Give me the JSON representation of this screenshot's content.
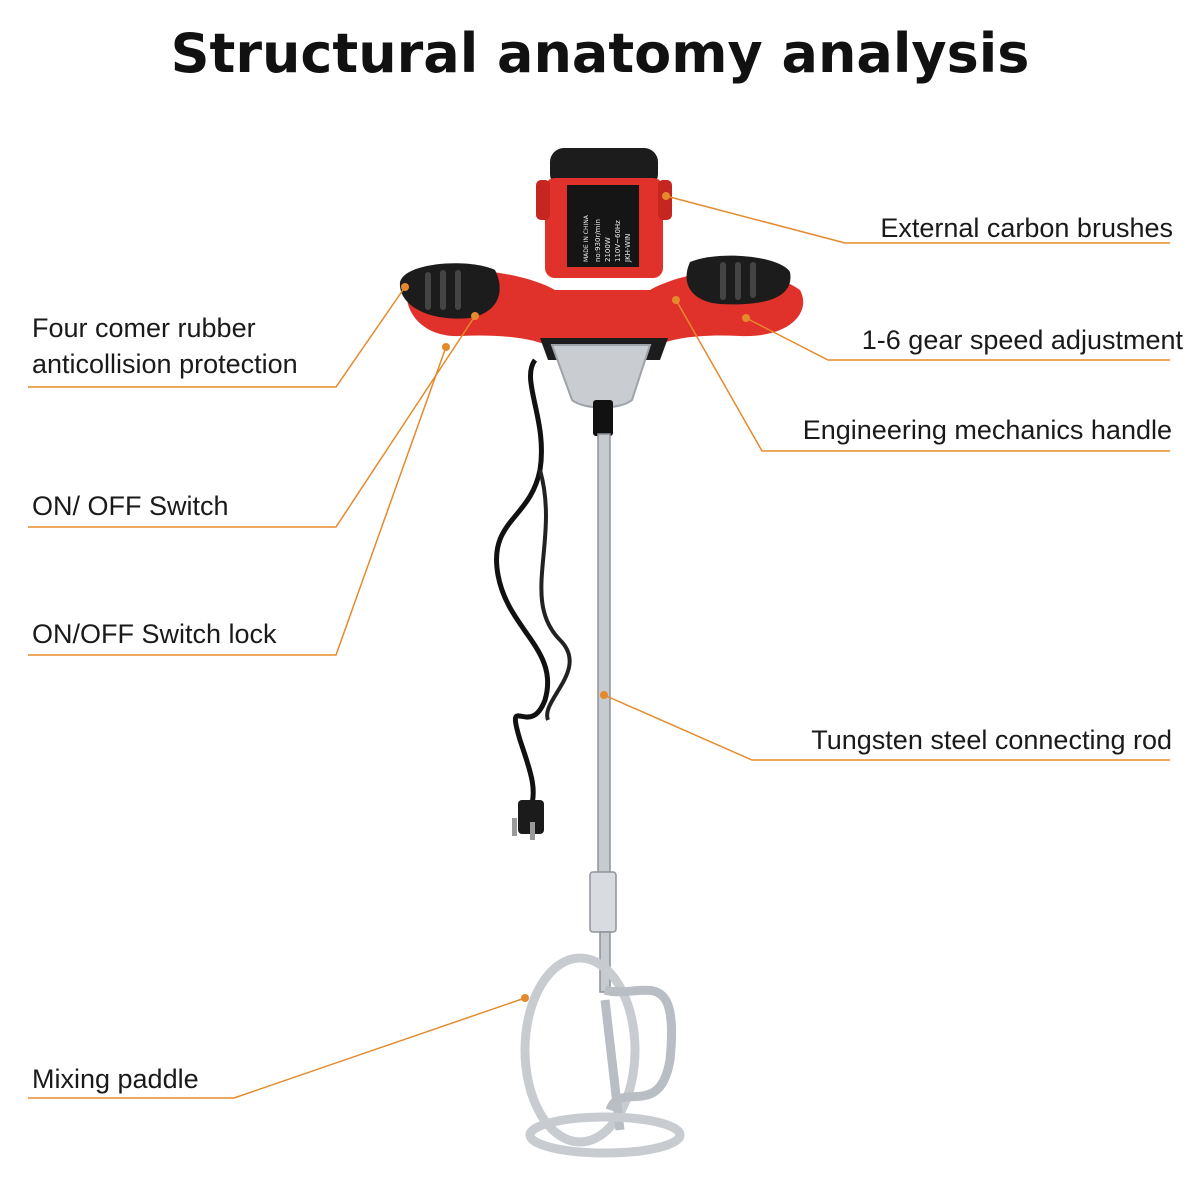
{
  "title": "Structural anatomy analysis",
  "colors": {
    "leader_line": "#e58a2c",
    "body_red": "#e0312a",
    "grip_black": "#1c1c1c",
    "metal": "#c9cdd2"
  },
  "labels": {
    "external_carbon_brushes": "External carbon brushes",
    "gear_speed": "1-6 gear speed adjustment",
    "handle": "Engineering mechanics handle",
    "rod": "Tungsten steel connecting rod",
    "rubber_line1": "Four comer rubber",
    "rubber_line2": "anticollision protection",
    "switch": "ON/ OFF Switch",
    "switch_lock": "ON/OFF Switch lock",
    "paddle": "Mixing paddle"
  },
  "product_plate": {
    "brand": "JKH-WIN",
    "voltage": "110V~60Hz",
    "power": "2100W",
    "speed": "no:930r/min",
    "made_in": "MADE IN CHINA"
  }
}
